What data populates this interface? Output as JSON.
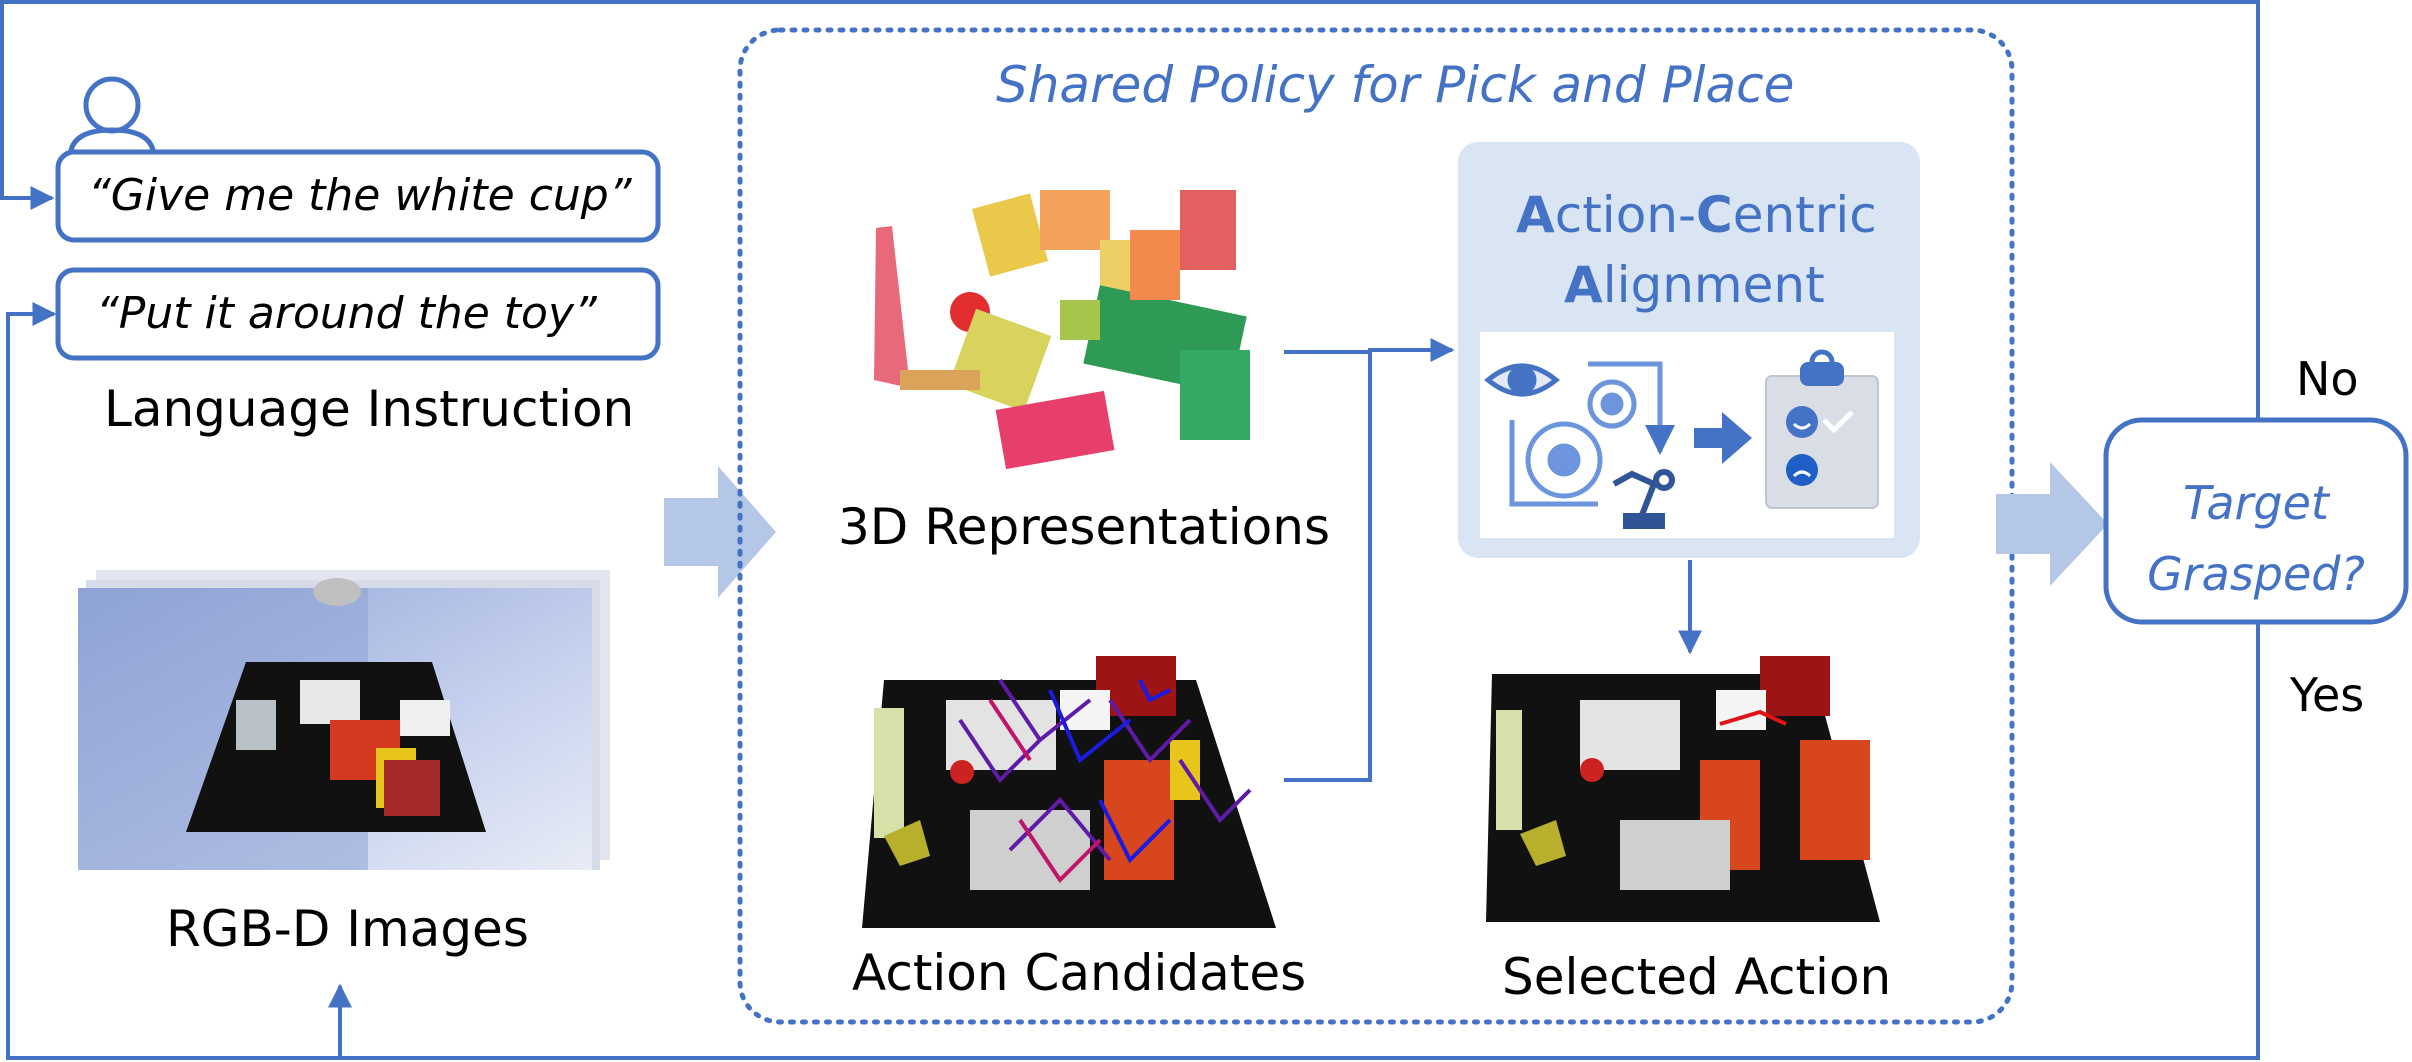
{
  "colors": {
    "accent": "#4472c4",
    "light_arrow": "#b4c7e7",
    "aca_panel": "#dae5f3"
  },
  "instructions": [
    "“Give me the white cup”",
    "“Put it around the toy”"
  ],
  "labels": {
    "language_instruction": "Language Instruction",
    "rgbd_images": "RGB-D Images",
    "shared_policy": "Shared Policy for Pick and Place",
    "representations": "3D Representations",
    "action_candidates": "Action Candidates",
    "selected_action": "Selected Action",
    "decision": "Target Grasped?",
    "no": "No",
    "yes": "Yes"
  },
  "aca": {
    "line1_bold": "A",
    "line1_rest": "ction-",
    "line1_bold2": "C",
    "line1_rest2": "entric",
    "line2_bold": "A",
    "line2_rest": "lignment"
  },
  "icons": [
    "user-icon",
    "eye-icon",
    "gears-cycle-icon",
    "robot-arm-icon",
    "arrow-right-icon",
    "clipboard-feedback-icon"
  ]
}
